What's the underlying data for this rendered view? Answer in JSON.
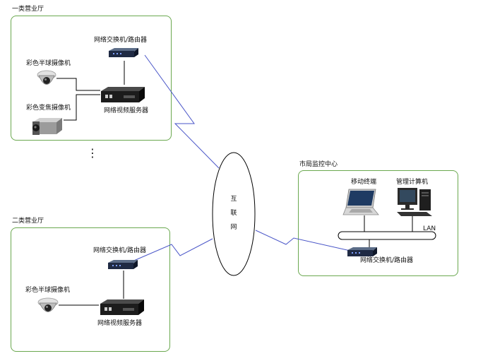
{
  "zones": {
    "hall1": {
      "title": "一类营业厅",
      "switch_label": "网络交换机/路由器",
      "server_label": "网络视频服务器",
      "camera_dome_label": "彩色半球摄像机",
      "camera_zoom_label": "彩色变焦摄像机"
    },
    "ellipsis": "⋮",
    "hall2": {
      "title": "二类营业厅",
      "switch_label": "网络交换机/路由器",
      "server_label": "网络视频服务器",
      "camera_dome_label": "彩色半球摄像机"
    },
    "internet": {
      "chars": [
        "互",
        "联",
        "网"
      ]
    },
    "center": {
      "title": "市局监控中心",
      "mobile_label": "移动终端",
      "computer_label": "管理计算机",
      "lan_label": "LAN",
      "switch_label": "网络交换机/路由器"
    }
  },
  "colors": {
    "box_border": "#6aa84f",
    "wan_link": "#4a56c8",
    "lan_line": "#000000"
  },
  "icons": [
    "switch-icon",
    "video-server-icon",
    "dome-camera-icon",
    "zoom-camera-icon",
    "laptop-icon",
    "desktop-computer-icon"
  ]
}
